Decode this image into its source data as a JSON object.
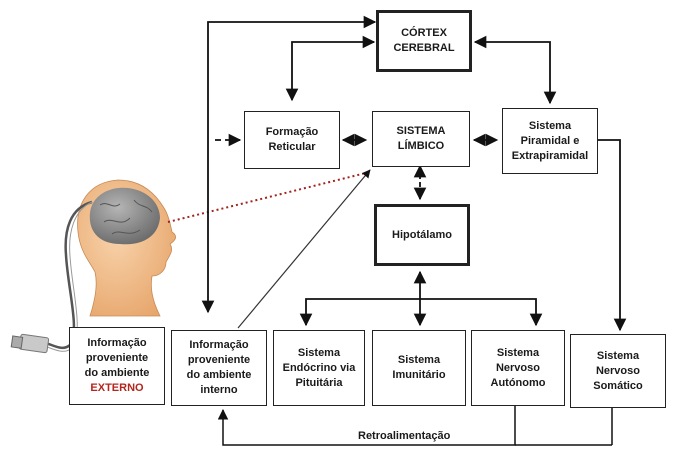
{
  "boxes": {
    "cortex": [
      "CÓRTEX",
      "CEREBRAL"
    ],
    "reticular": [
      "Formação",
      "Reticular"
    ],
    "limbico": [
      "SISTEMA",
      "LÍMBICO"
    ],
    "piramidal": [
      "Sistema",
      "Piramidal e",
      "Extrapiramidal"
    ],
    "hipotalamo": [
      "Hipotálamo"
    ],
    "externo": [
      "Informação",
      "proveniente",
      "do ambiente"
    ],
    "externo_highlight": "EXTERNO",
    "interno": [
      "Informação",
      "proveniente",
      "do ambiente",
      "interno"
    ],
    "endocrino": [
      "Sistema",
      "Endócrino via",
      "Pituitária"
    ],
    "imunitario": [
      "Sistema",
      "Imunitário"
    ],
    "autonomo": [
      "Sistema",
      "Nervoso",
      "Autónomo"
    ],
    "somatico": [
      "Sistema",
      "Nervoso",
      "Somático"
    ]
  },
  "feedback_label": "Retroalimentação",
  "colors": {
    "external_text": "#b3261e",
    "head_fill": "#f2c08f",
    "brain_fill": "#8a8a8a",
    "dotted_line": "#a0231c"
  },
  "icons": [
    "head-with-brain-icon",
    "usb-cable-icon"
  ]
}
